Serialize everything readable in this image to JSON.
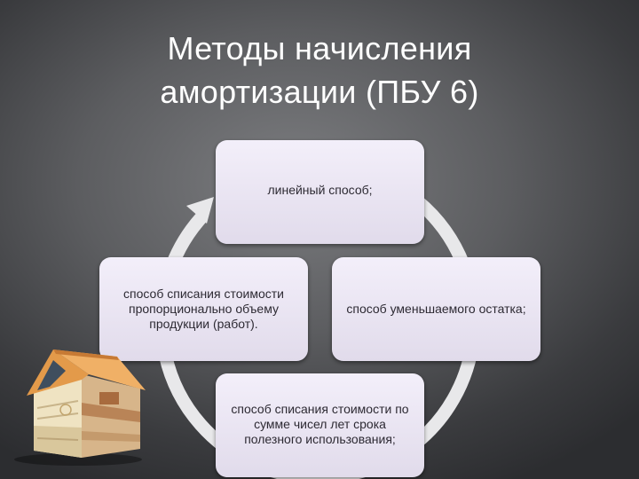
{
  "slide": {
    "title_lines": [
      "Методы начисления",
      "амортизации (ПБУ 6)"
    ],
    "slide_number": "",
    "colors": {
      "background": "#5c5d60",
      "node_fill": "#ece7f4",
      "ring": "#e6e6e8",
      "title_text": "#ffffff"
    }
  },
  "cycle": {
    "direction": "clockwise",
    "nodes": [
      {
        "id": "top",
        "text": "линейный способ;"
      },
      {
        "id": "right",
        "text": "способ уменьшаемого остатка;"
      },
      {
        "id": "bottom",
        "text": "способ списания стоимости по сумме чисел лет срока полезного использования;"
      },
      {
        "id": "left",
        "text": "способ списания стоимости пропорционально объему продукции (работ)."
      }
    ]
  }
}
